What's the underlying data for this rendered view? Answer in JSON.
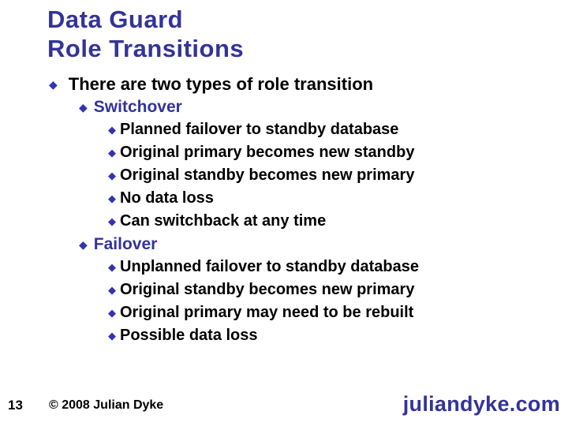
{
  "slide": {
    "title_line1": "Data Guard",
    "title_line2": "Role Transitions"
  },
  "content": {
    "bullet_glyph": "◆",
    "items": [
      {
        "level": 1,
        "color": "black",
        "text": "There are two types of role transition"
      },
      {
        "level": 2,
        "color": "blue",
        "text": "Switchover"
      },
      {
        "level": 3,
        "color": "black",
        "text": "Planned failover to standby database"
      },
      {
        "level": 3,
        "color": "black",
        "text": "Original primary becomes new standby"
      },
      {
        "level": 3,
        "color": "black",
        "text": "Original standby becomes new primary"
      },
      {
        "level": 3,
        "color": "black",
        "text": "No data loss"
      },
      {
        "level": 3,
        "color": "black",
        "text": "Can switchback at any time"
      },
      {
        "level": 2,
        "color": "blue",
        "text": "Failover"
      },
      {
        "level": 3,
        "color": "black",
        "text": "Unplanned failover to standby database"
      },
      {
        "level": 3,
        "color": "black",
        "text": "Original standby becomes new primary"
      },
      {
        "level": 3,
        "color": "black",
        "text": "Original primary may need to be rebuilt"
      },
      {
        "level": 3,
        "color": "black",
        "text": "Possible data loss"
      }
    ]
  },
  "footer": {
    "page_number": "13",
    "copyright": "© 2008 Julian Dyke",
    "website": "juliandyke.com"
  },
  "colors": {
    "title_blue": "#333399",
    "bullet_blue": "#3333B3",
    "body_black": "#000000",
    "background": "#FFFFFF"
  }
}
